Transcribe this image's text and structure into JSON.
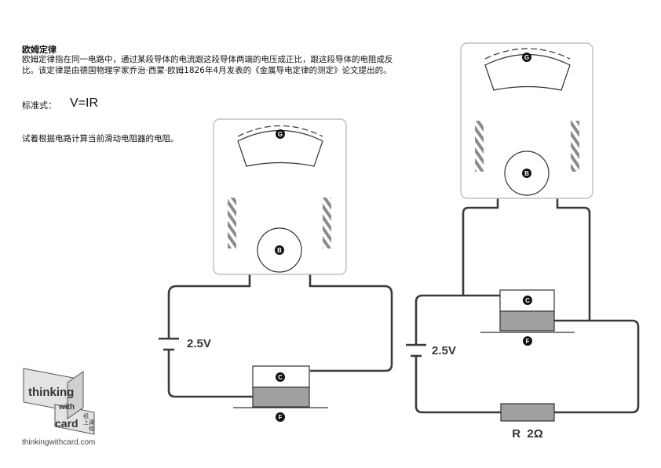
{
  "text": {
    "title": "欧姆定律",
    "description": "欧姆定律指在同一电路中，通过某段导体的电流跟这段导体两端的电压成正比，跟这段导体的电阻成反比。该定律是由德国物理学家乔治·西蒙·欧姆1826年4月发表的《金属导电定律的测定》论文提出的。",
    "formula_label": "标准式：",
    "formula": "V=IR",
    "task": "试着根据电路计算当前滑动电阻器的电阻。"
  },
  "circuit_left": {
    "voltage_label": "2.5V",
    "meter_labels": {
      "gauge": "G",
      "button": "B"
    },
    "rheostat_labels": {
      "top": "C",
      "bottom": "F"
    }
  },
  "circuit_right": {
    "voltage_label": "2.5V",
    "meter_labels": {
      "gauge": "G",
      "button": "B"
    },
    "rheostat_labels": {
      "top": "C",
      "bottom": "F"
    },
    "resistor_label": "R  2Ω"
  },
  "logo": {
    "word_1": "thinking",
    "word_2": "with",
    "word_3": "card",
    "cn_1": "纸",
    "cn_2": "上",
    "cn_3": "课",
    "cn_4": "程",
    "url": "thinkingwithcard.com"
  },
  "colors": {
    "wire": "#3a3a3a",
    "rheostat_fill": "#a0a0a0",
    "panel_border": "#b5b5b5",
    "hatch": "#8a8a8a"
  }
}
